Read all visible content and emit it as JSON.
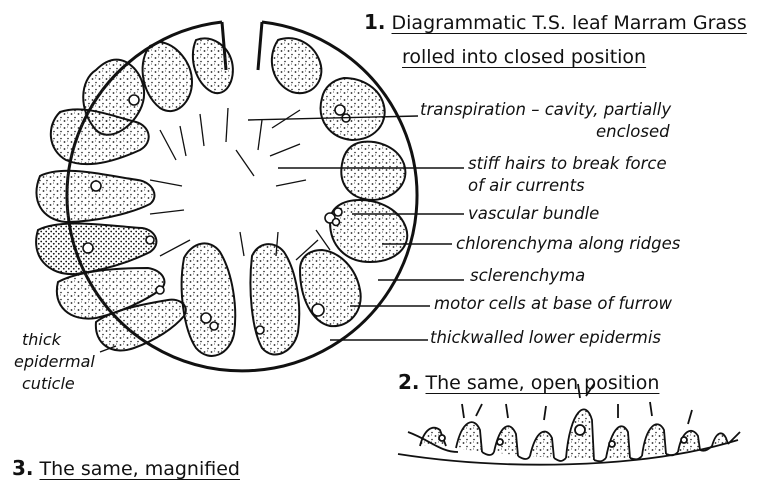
{
  "figure1": {
    "number": "1.",
    "title_line1": "Diagrammatic T.S. leaf Marram Grass",
    "title_line2": "rolled into closed position"
  },
  "labels": {
    "transpiration_1": "transpiration – cavity, partially",
    "transpiration_2": "enclosed",
    "hairs_1": "stiff hairs to break force",
    "hairs_2": "of air currents",
    "vascular": "vascular bundle",
    "chlorenchyma": "chlorenchyma along ridges",
    "sclerenchyma": "sclerenchyma",
    "motor": "motor cells at base of furrow",
    "lower_epidermis": "thickwalled lower epidermis",
    "cuticle_1": "thick",
    "cuticle_2": "epidermal",
    "cuticle_3": "cuticle"
  },
  "figure2": {
    "number": "2.",
    "title": "The same, open position"
  },
  "figure3": {
    "number": "3.",
    "title": "The same, magnified"
  }
}
